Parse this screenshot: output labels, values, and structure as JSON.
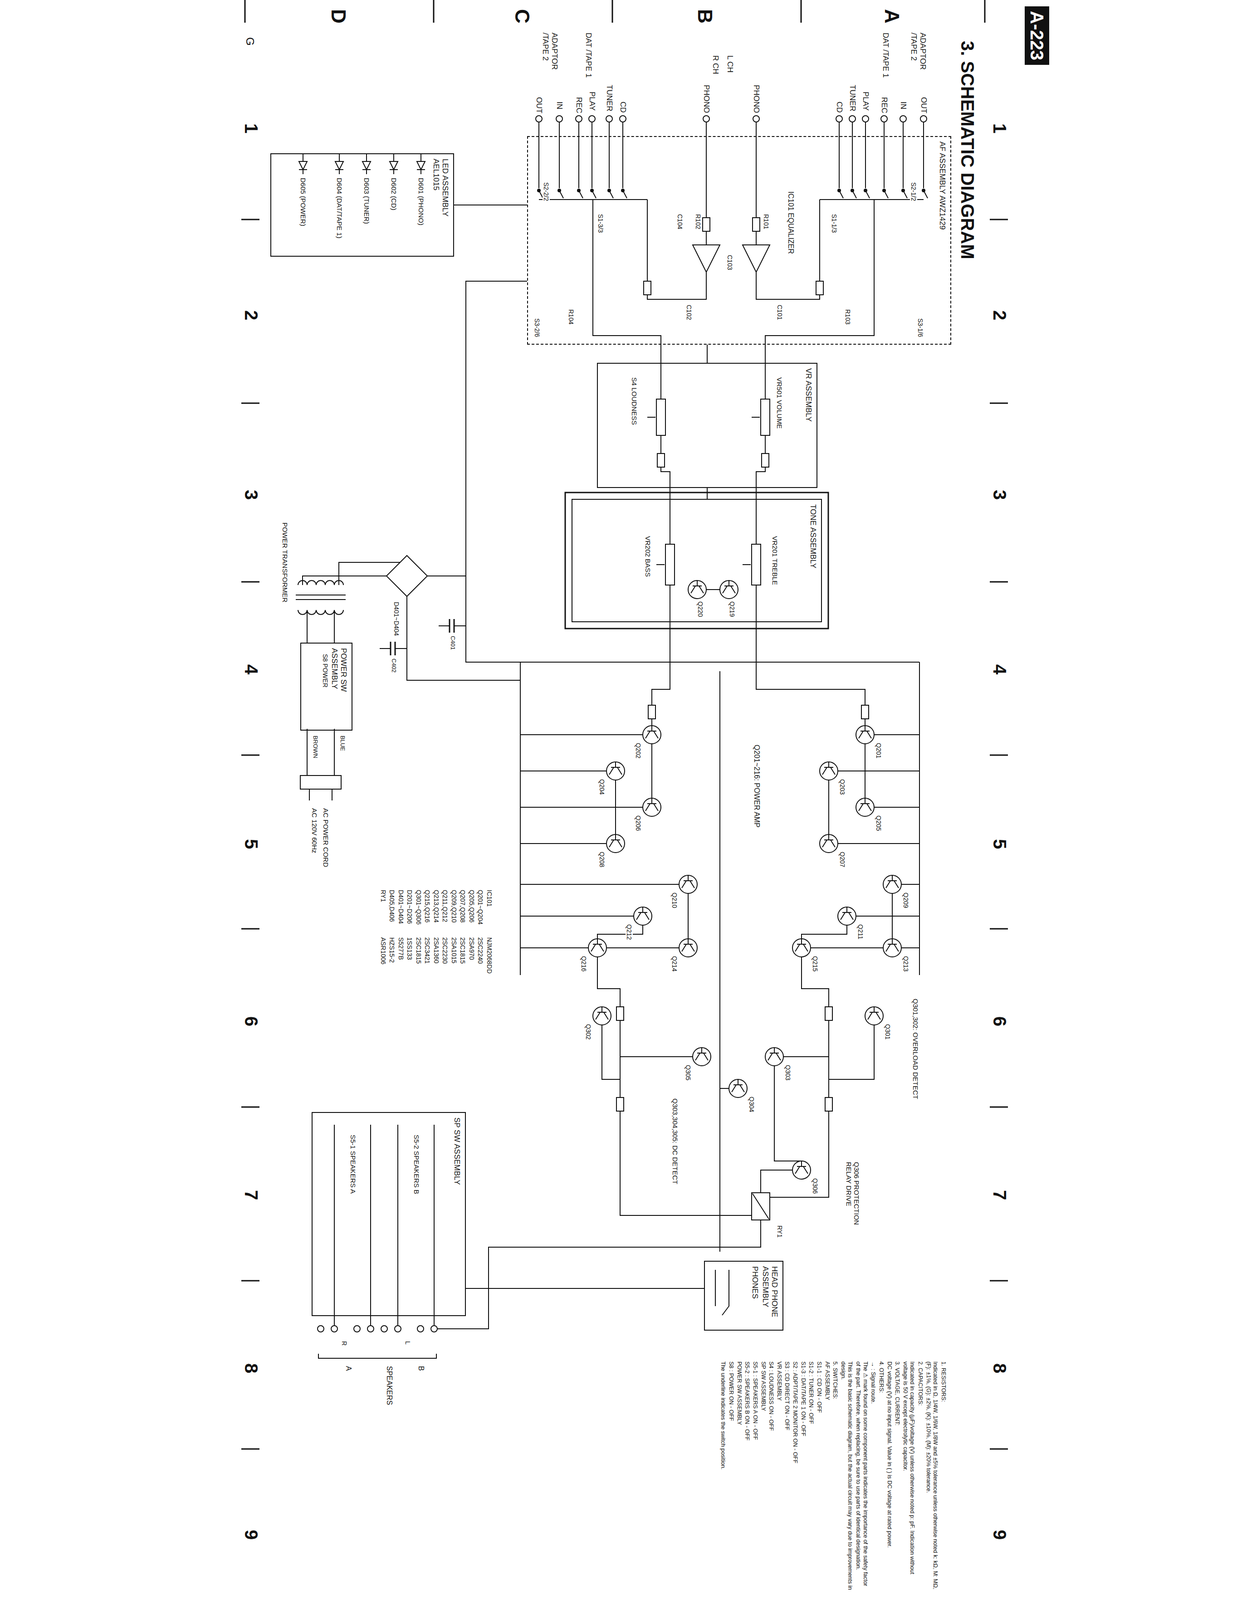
{
  "diagram": {
    "title": "3. SCHEMATIC DIAGRAM",
    "nodes": [
      {
        "text": [
          "AF ASSEMBLY AWZ1429"
        ]
      },
      {
        "text": [
          "VR ASSEMBLY"
        ]
      },
      {
        "text": [
          "TONE ASSEMBLY"
        ]
      },
      {
        "text": [
          "LED ASSEMBLY AEL1015"
        ]
      },
      {
        "text": [
          "POWER SW ASSEMBLY"
        ]
      },
      {
        "text": [
          "SP SW ASSEMBLY"
        ]
      },
      {
        "text": [
          "HEAD PHONE ASSEMBLY",
          "PHONES"
        ]
      }
    ],
    "edges": [
      {
        "from": 0,
        "to": 1,
        "arrow": "none"
      },
      {
        "from": 1,
        "to": 2,
        "arrow": "none"
      },
      {
        "from": 0,
        "to": 3,
        "arrow": "none"
      },
      {
        "from": 5,
        "to": 6,
        "arrow": "none"
      }
    ],
    "labels": [
      "A",
      "B",
      "C",
      "D",
      "1",
      "2",
      "3",
      "4",
      "5",
      "6",
      "7",
      "8",
      "9",
      "1",
      "2",
      "3",
      "4",
      "5",
      "6",
      "7",
      "8",
      "9",
      "A-223",
      "G",
      "ADAPTOR /TAPE 2",
      "OUT",
      "IN",
      "DAT /TAPE 1",
      "REC",
      "PLAY",
      "TUNER",
      "CD",
      "PHONO",
      "L CH",
      "R CH",
      "PHONO",
      "CD",
      "TUNER",
      "PLAY",
      "DAT /TAPE 1",
      "REC",
      "ADAPTOR /TAPE 2",
      "IN",
      "OUT",
      "IC101 EQUALIZER",
      "S2-1/2",
      "S1-1/3",
      "S2-2/2",
      "S1-3/3",
      "S3-1/6",
      "S3-2/6",
      "R101",
      "R102",
      "C101",
      "C102",
      "R103",
      "R104",
      "C103",
      "C104",
      "VR501 VOLUME",
      "S4 LOUDNESS",
      "VR201 TREBLE",
      "VR202 BASS",
      "Q219",
      "Q220",
      "Q201",
      "Q202",
      "Q203",
      "Q204",
      "Q205",
      "Q206",
      "Q207",
      "Q208",
      "Q209",
      "Q210",
      "Q211",
      "Q212",
      "Q213",
      "Q214",
      "Q215",
      "Q216",
      "Q201~216: POWER AMP",
      "Q301,302: OVERLOAD DETECT",
      "Q303,304,305: DC DETECT",
      "Q306 PROTECTION RELAY DRIVE",
      "Q301",
      "Q302",
      "Q303",
      "Q304",
      "Q305",
      "Q306",
      "RY1",
      "POWER TRANSFORMER",
      "AC POWER CORD",
      "AC 120V 60Hz",
      "BLUE",
      "BROWN",
      "D401~D404",
      "C401",
      "C402",
      "SPEAKERS",
      "A",
      "B",
      "R",
      "L",
      "D601 (PHONO)",
      "D602 (CD)",
      "D603 (TUNER)",
      "D604 (DAT/TAPE 1)",
      "D605 (POWER)",
      "S8 POWER",
      "S5-1 SPEAKERS A",
      "S5-2 SPEAKERS B",
      "IC101",
      "NJM2068DD",
      "Q201~Q204",
      "2SC2240",
      "Q205,Q206",
      "2SA970",
      "Q207,Q208",
      "2SC1815",
      "Q209,Q210",
      "2SA1015",
      "Q211,Q212",
      "2SC2230",
      "Q213,Q214",
      "2SA1360",
      "Q215,Q216",
      "2SC3421",
      "Q301~Q306",
      "2SC1815",
      "D201~D206",
      "1SS133",
      "D401~D404",
      "S5277B",
      "D405,D406",
      "HZS15-2",
      "RY1",
      "ASR1006",
      "1. RESISTORS:",
      "Indicated in Ω, 1/4W, 1/6W, 1/8W and ±5% tolerance unless otherwise noted k: kΩ, M: MΩ, (F): ±1%, (G): ±2%, (K): ±10%, (M): ±20% tolerance.",
      "2. CAPACITORS:",
      "Indicated in capacity (μF)/voltage (V) unless otherwise noted p: pF. Indication without voltage is 50 V except electrolytic capacitor.",
      "3. VOLTAGE, CURRENT:",
      "DC voltage (V) at no input signal. Value in ( ) is DC voltage at rated power.",
      "4. OTHERS:",
      "→ : Signal route.",
      "The ⚠ mark found on some component parts indicates the importance of the safety factor of the part. Therefore, when replacing, be sure to use parts of identical designation.",
      "This is the basic schematic diagram, but the actual circuit may vary due to improvements in design.",
      "5. SWITCHES:",
      "AF ASSEMBLY",
      "S1-1 : CD ON - OFF",
      "S1-2 : TUNER ON - OFF",
      "S1-3 : DAT/TAPE 1 ON - OFF",
      "S2 : ADPT/TAPE 2 MONITOR ON - OFF",
      "S3 : CD DIRECT ON - OFF",
      "VR ASSEMBLY",
      "S4 : LOUDNESS ON - OFF",
      "SP SW ASSEMBLY",
      "S5-1 : SPEAKERS A ON - OFF",
      "S5-2 : SPEAKERS B ON - OFF",
      "POWER SW ASSEMBLY",
      "S8 : POWER ON - OFF",
      "The underline indicates the switch position."
    ]
  }
}
